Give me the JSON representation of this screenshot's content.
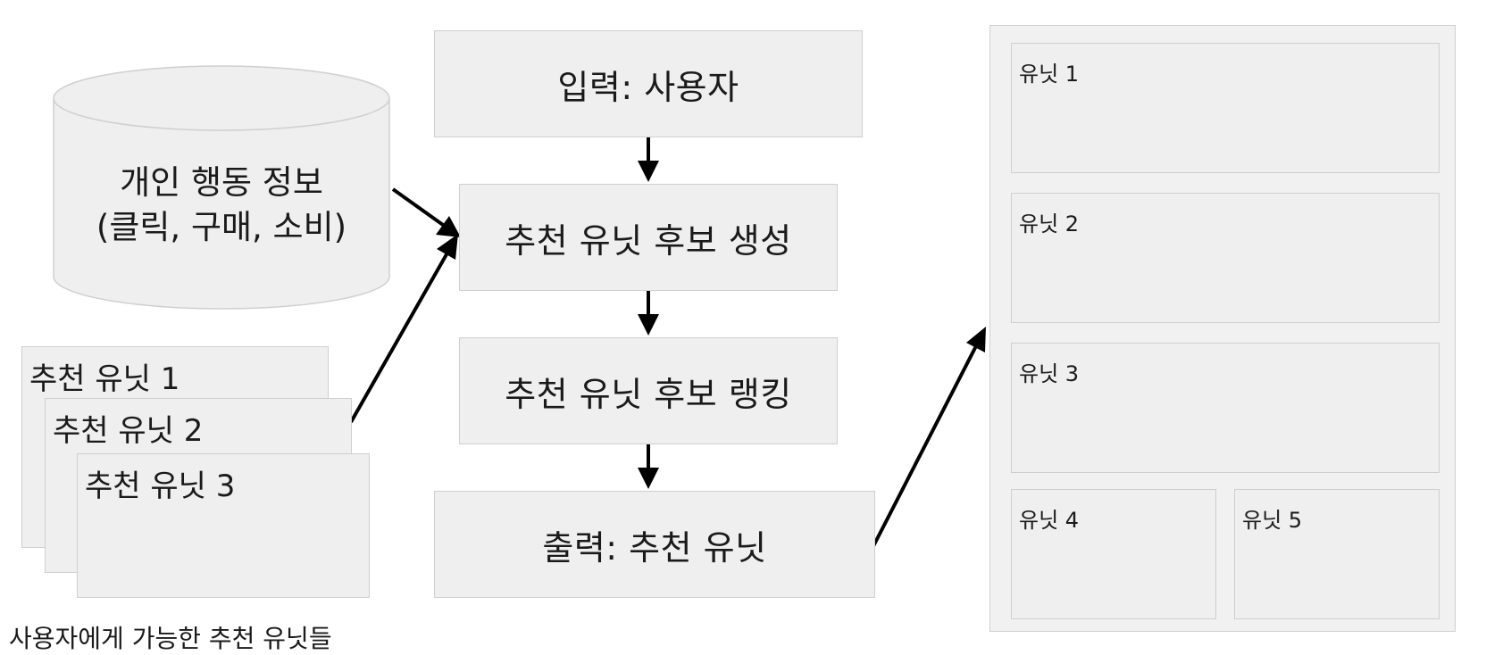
{
  "database": {
    "line1": "개인 행동 정보",
    "line2": "(클릭, 구매, 소비)"
  },
  "flow": {
    "input": "입력: 사용자",
    "generate": "추천 유닛 후보 생성",
    "rank": "추천 유닛 후보 랭킹",
    "output": "출력: 추천 유닛"
  },
  "candidates": {
    "cards": [
      "추천 유닛 1",
      "추천 유닛 2",
      "추천 유닛 3"
    ],
    "caption": "사용자에게 가능한 추천 유닛들"
  },
  "layout": {
    "slots": [
      "유닛 1",
      "유닛 2",
      "유닛 3",
      "유닛 4",
      "유닛 5"
    ]
  },
  "colors": {
    "box_fill": "#efefef",
    "box_border": "#cfcfcf",
    "arrow": "#000000"
  }
}
